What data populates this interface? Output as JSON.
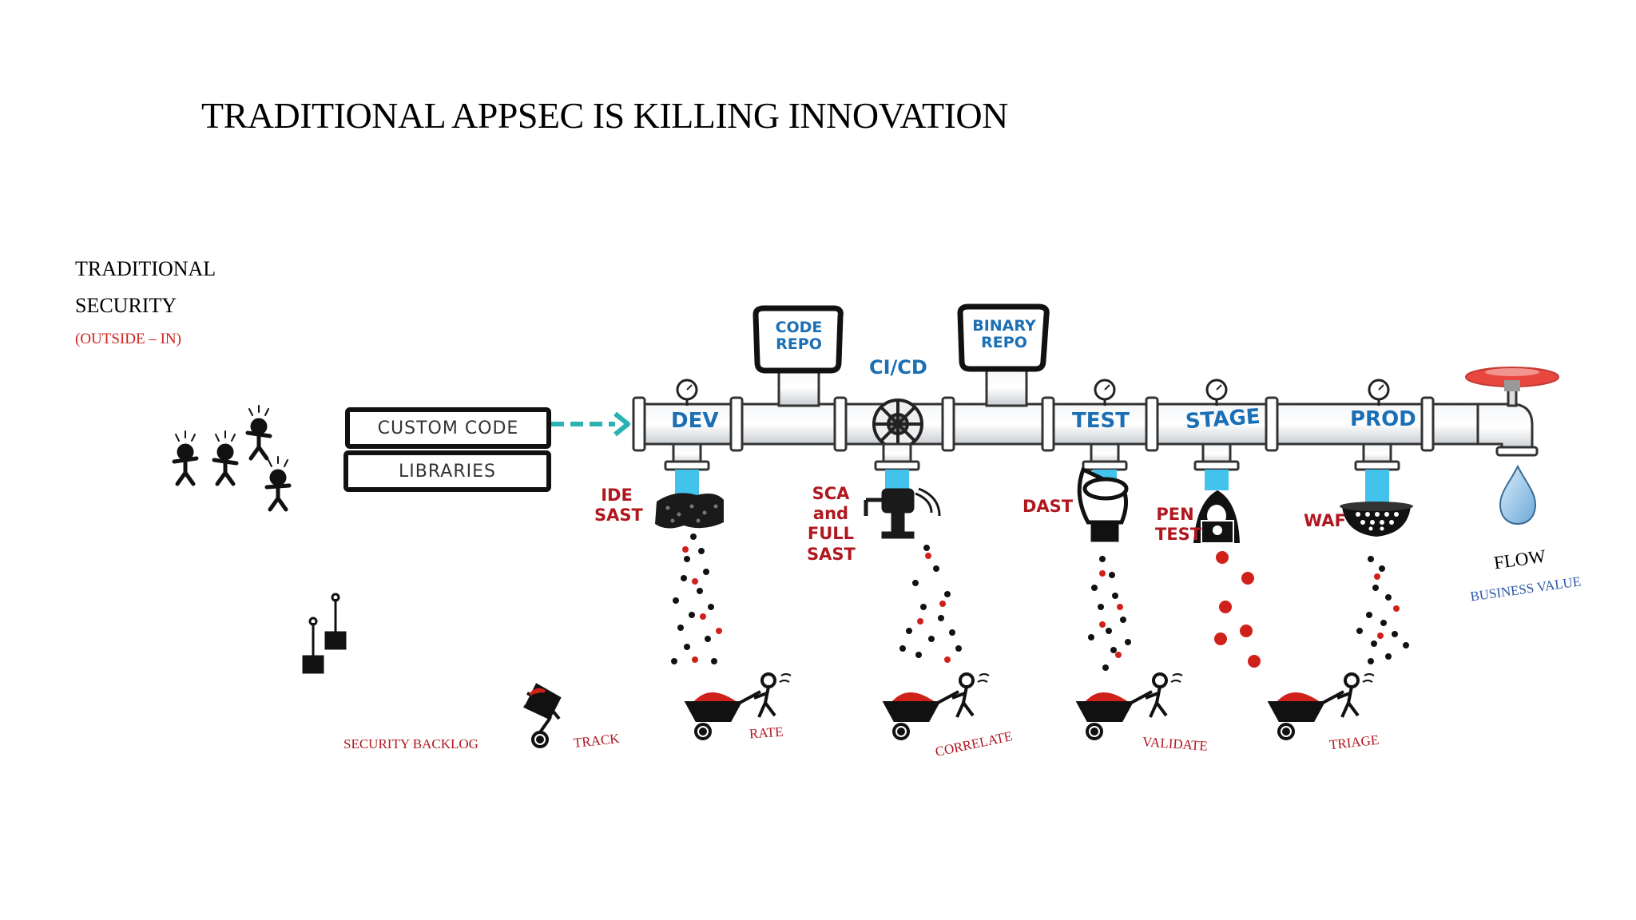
{
  "title": "TRADITIONAL APPSEC IS KILLING INNOVATION",
  "left_label": {
    "line1": "TRADITIONAL",
    "line2": "SECURITY",
    "sub": "(OUTSIDE – IN)"
  },
  "inputs": {
    "custom_code": "CUSTOM CODE",
    "libraries": "LIBRARIES"
  },
  "repos": {
    "code": [
      "CODE",
      "REPO"
    ],
    "binary": [
      "BINARY",
      "REPO"
    ],
    "cicd": "CI/CD"
  },
  "stages": [
    "DEV",
    "TEST",
    "STAGE",
    "PROD"
  ],
  "tools": {
    "ide_sast": [
      "IDE",
      "SAST"
    ],
    "sca": [
      "SCA",
      "and",
      "FULL",
      "SAST"
    ],
    "dast": "DAST",
    "pen_test": [
      "PEN",
      "TEST"
    ],
    "waf": "WAF"
  },
  "steps": {
    "backlog": "SECURITY BACKLOG",
    "track": "TRACK",
    "rate": "RATE",
    "correlate": "CORRELATE",
    "validate": "VALIDATE",
    "triage": "TRIAGE"
  },
  "flow": {
    "title": "FLOW",
    "sub": "BUSINESS VALUE"
  },
  "colors": {
    "water": "#41c3ec",
    "label_red": "#b0171f",
    "label_blue": "#1a6fb5",
    "valve_red": "#e8473f"
  }
}
